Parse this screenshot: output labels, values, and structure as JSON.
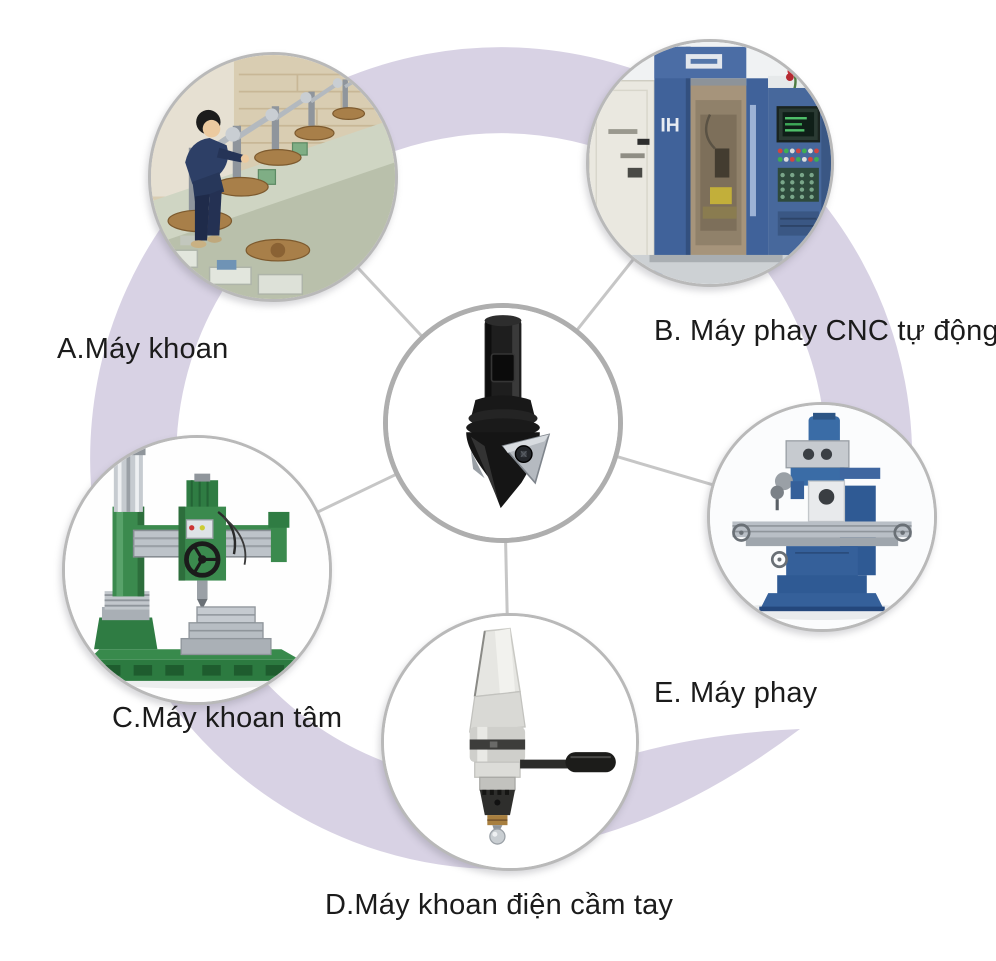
{
  "diagram": {
    "title": "",
    "center": {
      "name": "countersink chamfer drill bit",
      "illustration": "countersink-bit"
    },
    "nodes": [
      {
        "id": "A",
        "label": "A.Máy khoan",
        "illustration": "drilling-workshop-photo"
      },
      {
        "id": "B",
        "label": "B. Máy phay CNC tự động",
        "illustration": "cnc-milling-machine-photo",
        "machine_text": "IH"
      },
      {
        "id": "C",
        "label": "C.Máy khoan tâm",
        "illustration": "radial-drilling-machine-photo"
      },
      {
        "id": "D",
        "label": "D.Máy khoan điện cầm tay",
        "illustration": "handheld-electric-drill-photo"
      },
      {
        "id": "E",
        "label": "E. Máy phay",
        "illustration": "milling-machine-photo"
      }
    ],
    "colors": {
      "background": "#ffffff",
      "ring": "#d8d2e4",
      "connector": "#c6c6c6",
      "circle_border": "#b9b9b9",
      "center_circle_border": "#aeaeae",
      "label_text": "#1b1b1b"
    }
  }
}
